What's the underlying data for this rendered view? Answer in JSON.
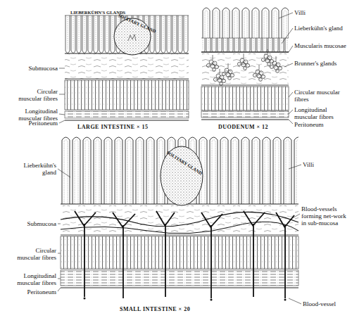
{
  "diagram": {
    "labels": [
      "LIEBERKÜHN'S GLANDS",
      "SOLITARY GLAND",
      "Submucosa",
      "Circular muscular fibres",
      "Longitudinal muscular fibres",
      "Peritoneum",
      "LARGE INTESTINE × 15",
      "Villi",
      "Lieberkühn's gland",
      "Muscularis mucosae",
      "Brunner's glands",
      "Circular muscular fibres",
      "Longitudinal muscular fibres",
      "Peritoneum",
      "DUODENUM × 12",
      "Villi",
      "Lieberkühn's gland",
      "SOLITARY GLAND",
      "Submucosa",
      "Circular muscular fibres",
      "Longitudinal muscular fibres",
      "Peritoneum",
      "Blood-vessels forming net-work in sub-mucosa",
      "SMALL INTESTINE × 20",
      "Blood-vessel"
    ]
  }
}
